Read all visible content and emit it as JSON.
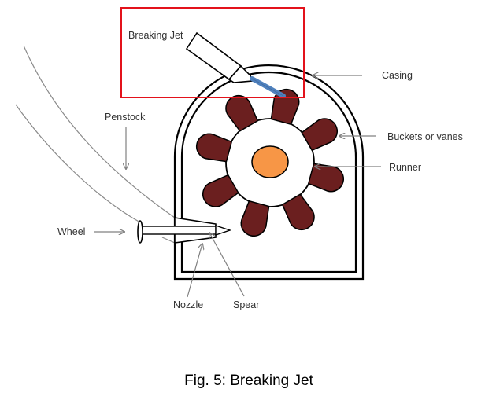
{
  "figure": {
    "caption": "Fig. 5: Breaking Jet",
    "highlight_label": "Breaking Jet",
    "labels": {
      "casing": "Casing",
      "buckets": "Buckets or vanes",
      "runner": "Runner",
      "penstock": "Penstock",
      "wheel": "Wheel",
      "nozzle": "Nozzle",
      "spear": "Spear"
    },
    "bucket_count": 8,
    "colors": {
      "highlight_box": "#e3121b",
      "bucket": "#6b1f1f",
      "runner_hub": "#f79646",
      "jet": "#4f81bd",
      "leader": "#808080"
    }
  }
}
